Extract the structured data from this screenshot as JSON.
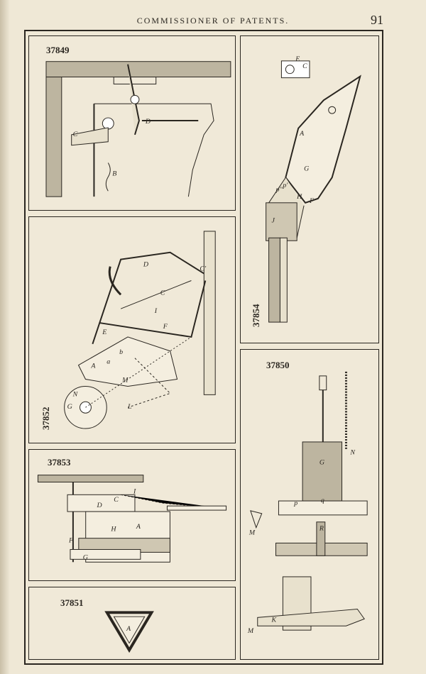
{
  "header": {
    "running_head": "COMMISSIONER OF PATENTS.",
    "page_number": "91"
  },
  "figures": [
    {
      "id": "fig-37849",
      "number": "37849",
      "letters": [
        "D",
        "C",
        "B"
      ]
    },
    {
      "id": "fig-37854",
      "number": "37854",
      "letters": [
        "E",
        "C",
        "A",
        "G",
        "F",
        "J",
        "p'",
        "p''",
        "H"
      ]
    },
    {
      "id": "fig-37852",
      "number": "37852",
      "letters": [
        "D",
        "C'",
        "I",
        "C",
        "F",
        "E",
        "A",
        "M",
        "N",
        "G",
        "L",
        "a",
        "b"
      ]
    },
    {
      "id": "fig-37850",
      "number": "37850",
      "letters": [
        "G",
        "N",
        "p",
        "q",
        "M",
        "R",
        "K",
        "M"
      ]
    },
    {
      "id": "fig-37853",
      "number": "37853",
      "letters": [
        "I",
        "D",
        "C",
        "A",
        "H",
        "F",
        "G"
      ]
    },
    {
      "id": "fig-37851",
      "number": "37851",
      "letters": [
        "A"
      ]
    }
  ]
}
